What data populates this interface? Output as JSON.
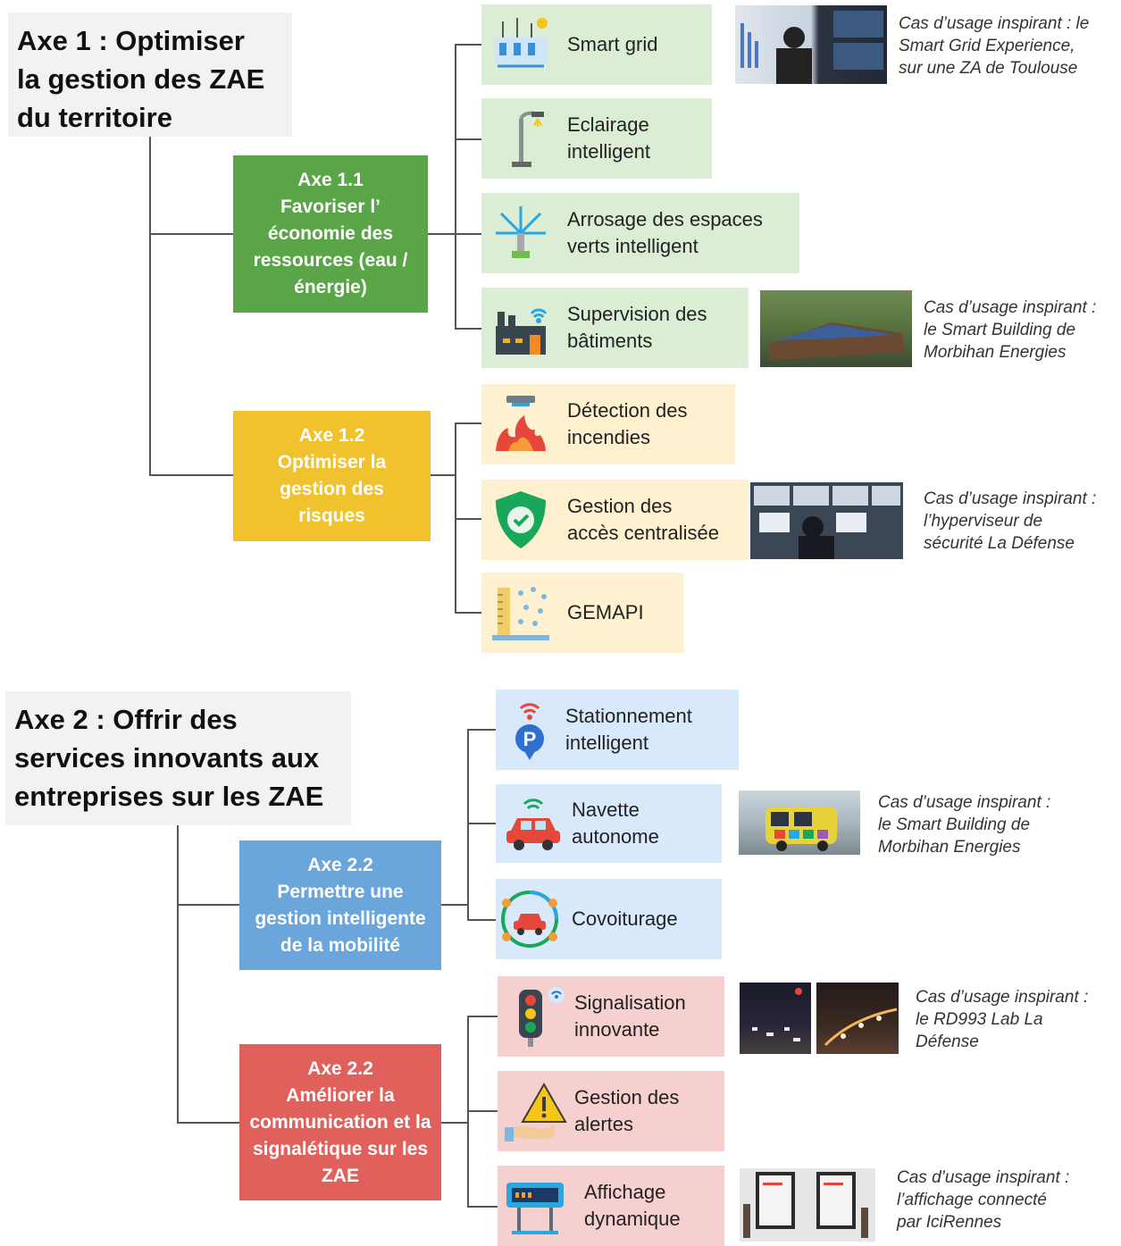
{
  "axis1": {
    "title": "Axe 1 : Optimiser\nla gestion des ZAE\ndu territoire",
    "sub1": {
      "label": "Axe 1.1\nFavoriser l’\néconomie des\nressources (eau /\nénergie)",
      "color": "#5aa547"
    },
    "sub2": {
      "label": "Axe 1.2\nOptimiser la\ngestion des\nrisques",
      "color": "#efc22e"
    },
    "items": [
      {
        "label": "Smart grid",
        "icon": "smart-grid-icon"
      },
      {
        "label": "Eclairage\nintelligent",
        "icon": "street-light-icon"
      },
      {
        "label": "Arrosage des espaces\nverts intelligent",
        "icon": "sprinkler-icon"
      },
      {
        "label": "Supervision des\nbâtiments",
        "icon": "factory-icon"
      },
      {
        "label": "Détection des\nincendies",
        "icon": "fire-icon"
      },
      {
        "label": "Gestion des\naccès centralisée",
        "icon": "shield-icon"
      },
      {
        "label": "GEMAPI",
        "icon": "rain-gauge-icon"
      }
    ],
    "notes": [
      "Cas d’usage inspirant : le\nSmart Grid Experience,\nsur une ZA de Toulouse",
      "Cas d’usage inspirant :\nle Smart Building de\nMorbihan Energies",
      "Cas d’usage inspirant :\nl’hyperviseur de\nsécurité  La Défense"
    ]
  },
  "axis2": {
    "title": "Axe 2 : Offrir des\nservices innovants aux\nentreprises sur les ZAE",
    "sub1": {
      "label": "Axe 2.2\nPermettre une\ngestion intelligente\nde la mobilité",
      "color": "#6aa5db"
    },
    "sub2": {
      "label": "Axe 2.2\nAméliorer la\ncommunication et la\nsignalétique sur les\nZAE",
      "color": "#e0615b"
    },
    "items": [
      {
        "label": "Stationnement\nintelligent",
        "icon": "parking-icon"
      },
      {
        "label": "Navette\nautonome",
        "icon": "car-icon"
      },
      {
        "label": "Covoiturage",
        "icon": "carpool-icon"
      },
      {
        "label": "Signalisation\ninnovante",
        "icon": "traffic-light-icon"
      },
      {
        "label": "Gestion des\nalertes",
        "icon": "warning-icon"
      },
      {
        "label": "Affichage\ndynamique",
        "icon": "display-sign-icon"
      }
    ],
    "notes": [
      "Cas d’usage inspirant :\nle Smart Building de\nMorbihan Energies",
      "Cas d’usage inspirant :\nle RD993 Lab La\nDéfense",
      "Cas d’usage inspirant :\nl’affichage connecté\npar IciRennes"
    ]
  }
}
